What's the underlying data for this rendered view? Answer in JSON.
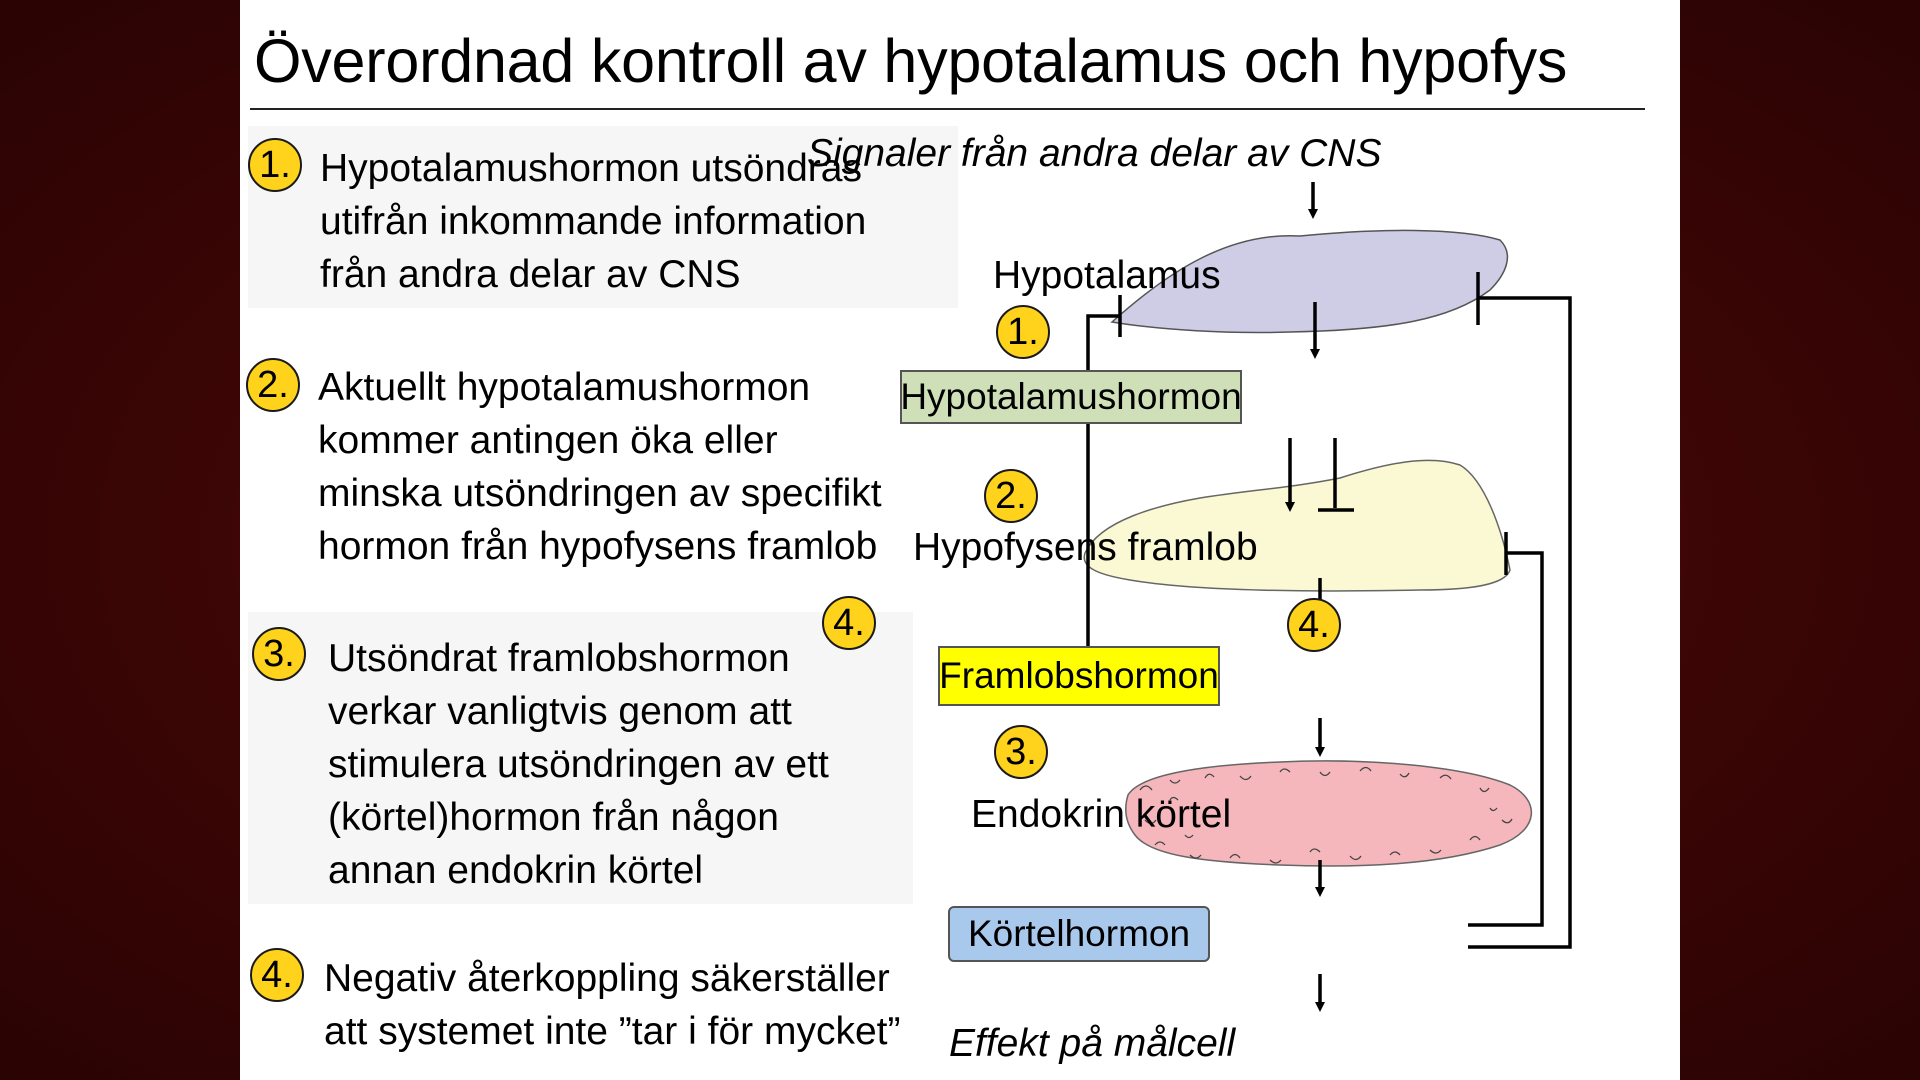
{
  "title": "Överordnad kontroll av hypotalamus och hypofys",
  "steps": [
    {
      "number": "1.",
      "lines": [
        "Hypotalamushormon utsöndras",
        "utifrån inkommande information",
        "från andra delar av CNS"
      ]
    },
    {
      "number": "2.",
      "lines": [
        "Aktuellt hypotalamushormon",
        "kommer antingen öka eller",
        "minska utsöndringen av specifikt",
        "hormon från hypofysens framlob"
      ]
    },
    {
      "number": "3.",
      "lines": [
        "Utsöndrat framlobshormon",
        "verkar vanligtvis genom att",
        "stimulera utsöndringen av ett",
        "(körtel)hormon från någon",
        "annan endokrin körtel"
      ]
    },
    {
      "number": "4.",
      "lines": [
        "Negativ återkoppling säkerställer",
        "att systemet inte ”tar i för mycket”"
      ]
    }
  ],
  "diagram": {
    "top_signal": "Signaler från andra delar av CNS",
    "hypothalamus": "Hypotalamus",
    "hypothalamus_hormone": "Hypotalamushormon",
    "pituitary": "Hypofysens framlob",
    "anterior_hormone": "Framlobshormon",
    "gland": "Endokrin körtel",
    "gland_hormone": "Körtelhormon",
    "effect": "Effekt på målcell",
    "badges": {
      "b1": "1.",
      "b2": "2.",
      "b3": "3.",
      "b4_left": "4.",
      "b4_right": "4."
    }
  },
  "colors": {
    "badge": "#ffd21c",
    "hypothalamus_fill": "#cfcde6",
    "hypothalamus_hormone_fill": "#cfe0b8",
    "pituitary_fill": "#fbf8d4",
    "anterior_hormone_fill": "#ffff00",
    "gland_fill": "#f5b7bb",
    "gland_hormone_fill": "#a9c9ec",
    "background": "#3a0505"
  }
}
